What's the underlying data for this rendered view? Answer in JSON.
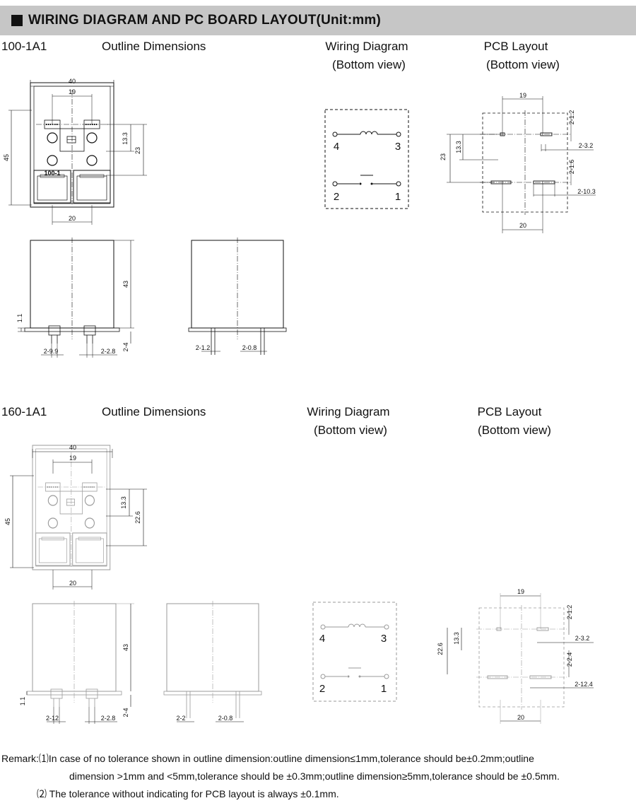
{
  "header": {
    "title": "WIRING DIAGRAM AND PC BOARD LAYOUT(Unit:mm)"
  },
  "models": [
    {
      "name": "100-1A1",
      "outline_title": "Outline Dimensions",
      "wiring_title": "Wiring Diagram",
      "wiring_view": "(Bottom view)",
      "pcb_title": "PCB Layout",
      "pcb_view": "(Bottom view)",
      "top": {
        "width": "40",
        "inner": "19",
        "height": "45",
        "d13": "13.3",
        "d23": "23",
        "bottom": "20",
        "chip": "100-1"
      },
      "front": {
        "height": "43",
        "base": "1.1",
        "pins": "2-4",
        "w1": "2-9.9",
        "w2": "2-2.8"
      },
      "side": {
        "w1": "2-1.2",
        "w2": "2-0.8"
      },
      "wiring": {
        "p4": "4",
        "p3": "3",
        "p2": "2",
        "p1": "1"
      },
      "pcb": {
        "d19": "19",
        "d20": "20",
        "d23": "23",
        "d13": "13.3",
        "h1": "2-1.2",
        "h2": "2-3.2",
        "h3": "2-1.6",
        "h4": "2-10.3"
      }
    },
    {
      "name": "160-1A1",
      "outline_title": "Outline Dimensions",
      "wiring_title": "Wiring Diagram",
      "wiring_view": "(Bottom view)",
      "pcb_title": "PCB Layout",
      "pcb_view": "(Bottom view)",
      "top": {
        "width": "40",
        "inner": "19",
        "height": "45",
        "d13": "13.3",
        "d23": "22.6",
        "bottom": "20"
      },
      "front": {
        "height": "43",
        "base": "1.1",
        "pins": "2-4",
        "w1": "2-12",
        "w2": "2-2.8"
      },
      "side": {
        "w1": "2-2",
        "w2": "2-0.8"
      },
      "wiring": {
        "p4": "4",
        "p3": "3",
        "p2": "2",
        "p1": "1"
      },
      "pcb": {
        "d19": "19",
        "d20": "20",
        "d23": "22.6",
        "d13": "13.3",
        "h1": "2-1.2",
        "h2": "2-3.2",
        "h3": "2-2.4",
        "h4": "2-12.4"
      }
    }
  ],
  "remarks": {
    "r1a": "Remark:⑴In case of no tolerance shown in outline dimension:outline dimension≤1mm,tolerance should be±0.2mm;outline",
    "r1b": "dimension >1mm and <5mm,tolerance should be ±0.3mm;outline dimension≥5mm,tolerance should be ±0.5mm.",
    "r2": "⑵ The tolerance without indicating for PCB layout is always ±0.1mm."
  },
  "colors": {
    "header_bg": "#c6c6c6",
    "line": "#111111",
    "faded": "#9a9a9a"
  }
}
